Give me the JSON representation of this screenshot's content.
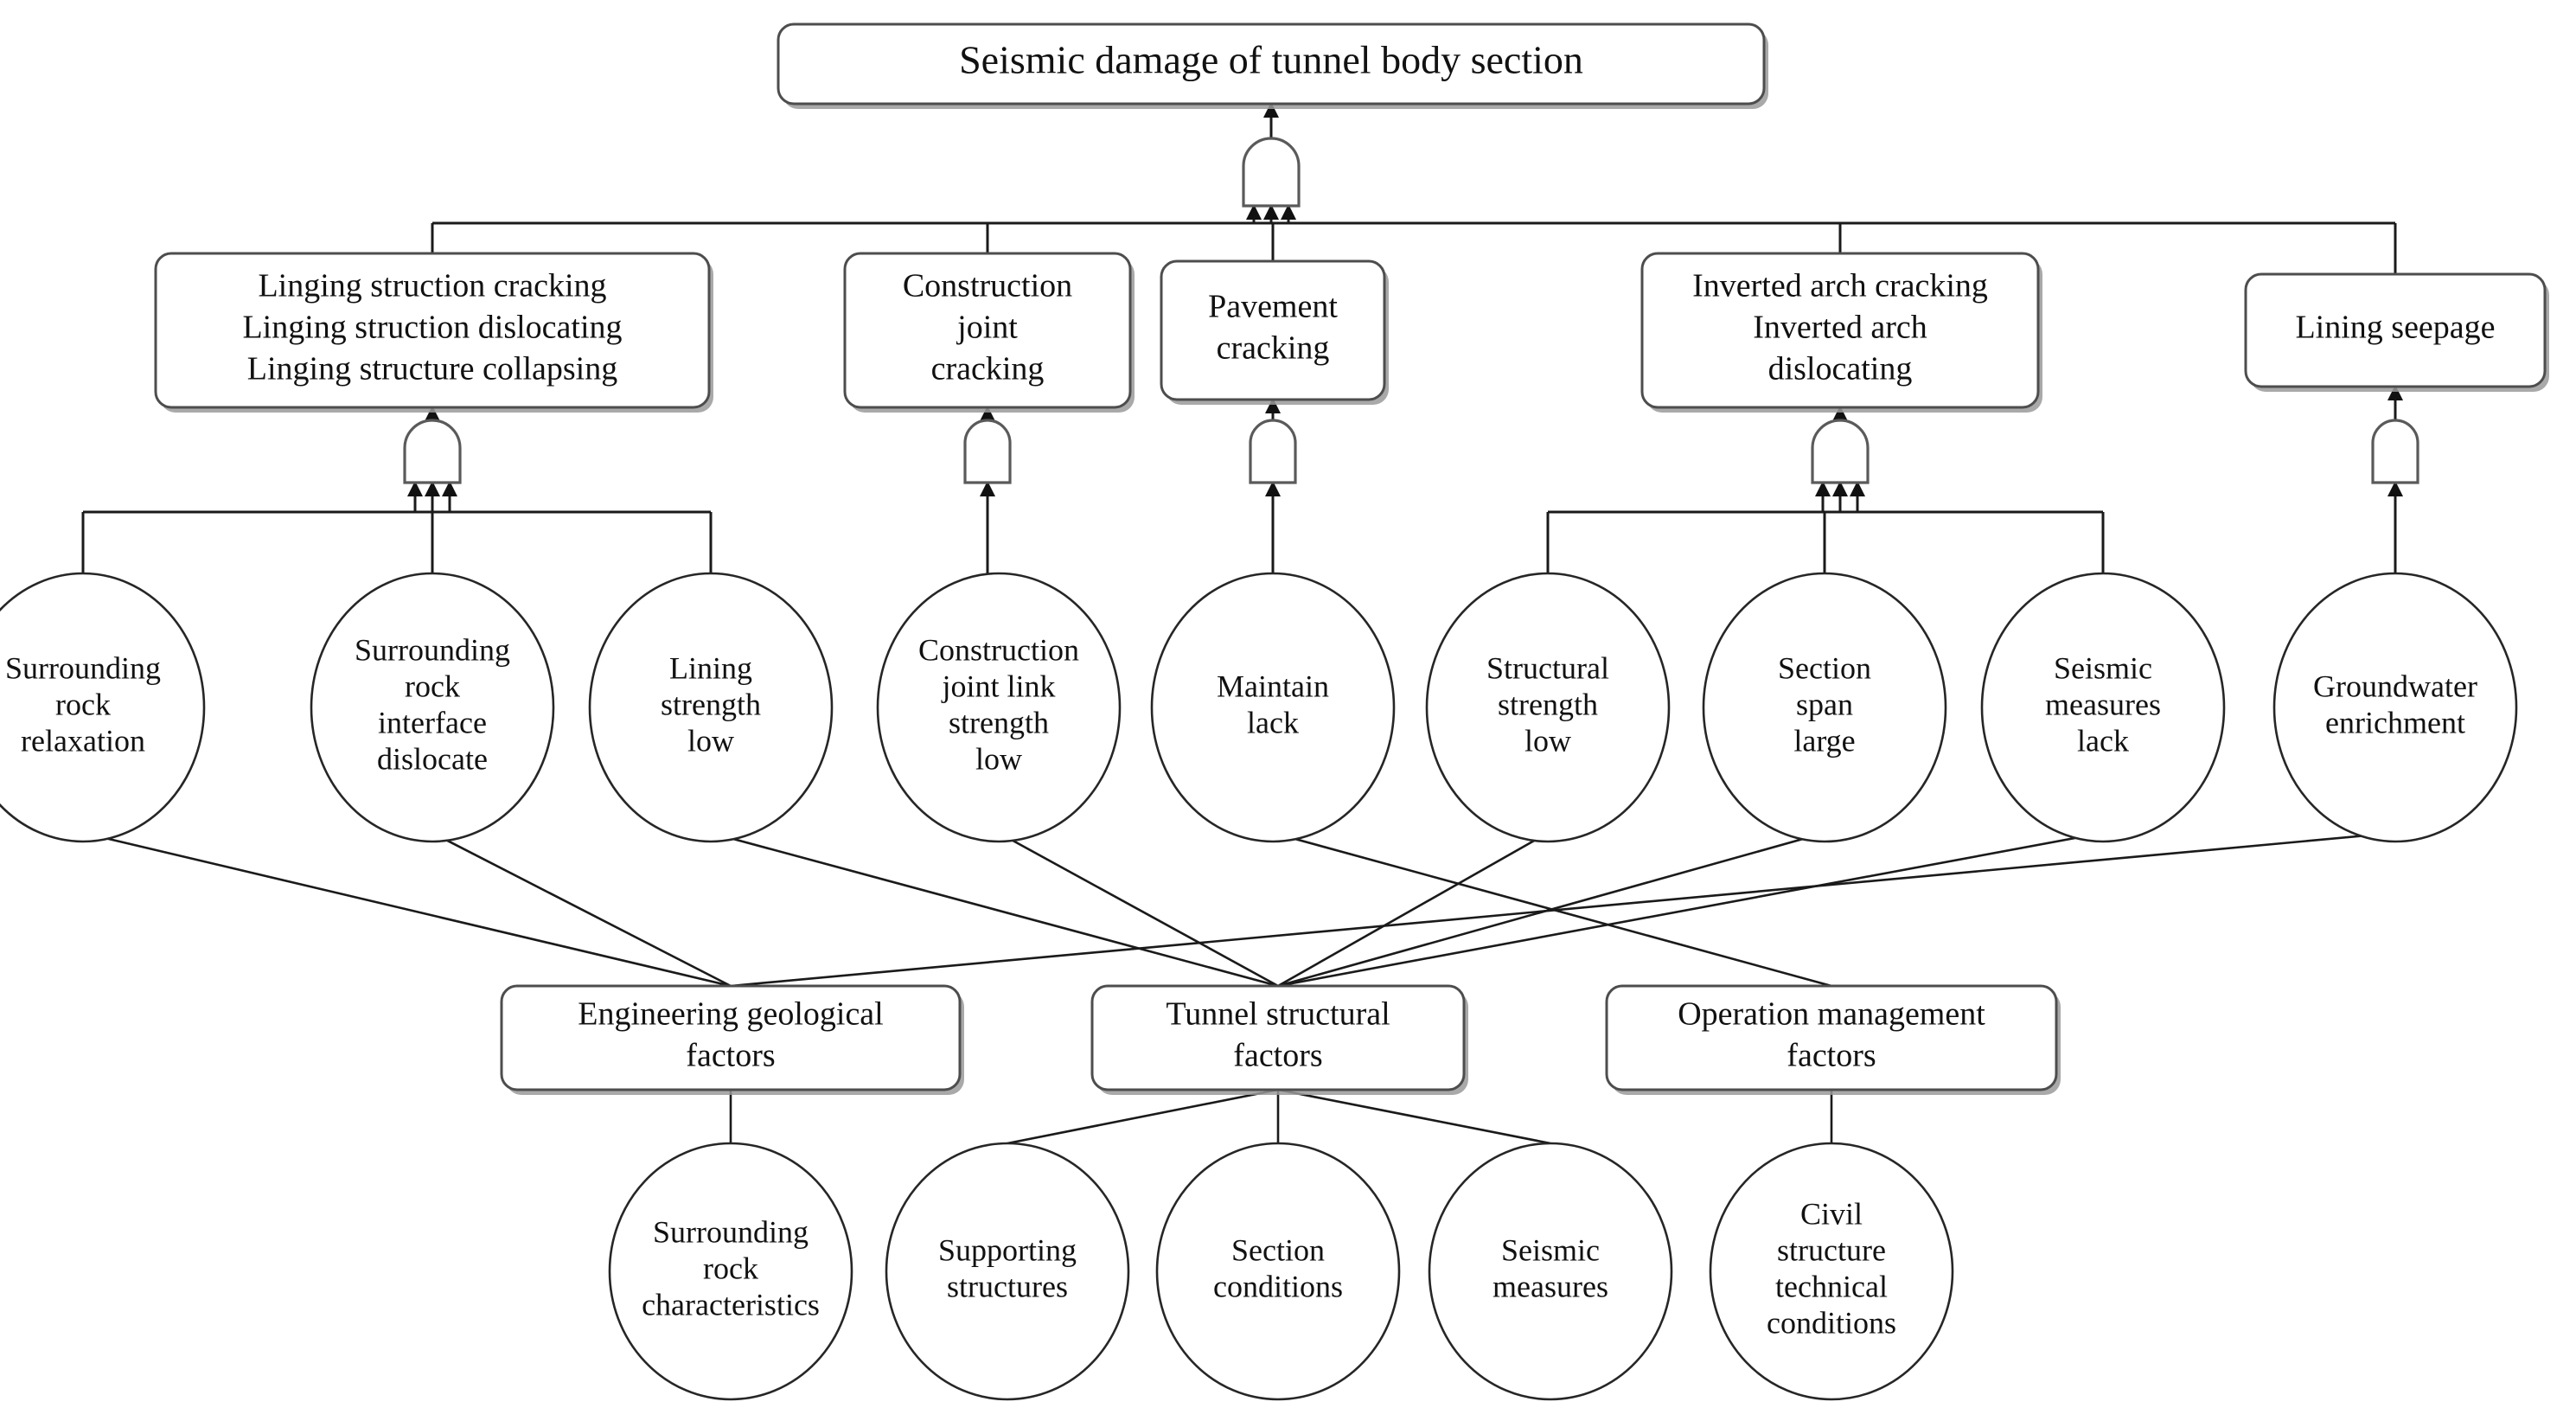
{
  "diagram": {
    "title_node": "Seismic damage of tunnel body section",
    "type": "fault-tree",
    "colors": {
      "line": "#1a1a1a",
      "box_stroke": "#4d4d4d",
      "ellipse_stroke": "#262626",
      "gate_stroke": "#5a5a5a",
      "background": "#ffffff",
      "text": "#111111"
    }
  },
  "top_event": {
    "label": "Seismic damage of tunnel body section",
    "gate": "and-gate",
    "gate_inputs": 3
  },
  "intermediate_events": [
    {
      "id": "lining-structure",
      "lines": [
        "Linging struction cracking",
        "Linging struction dislocating",
        "Linging structure collapsing"
      ],
      "gate": "and-gate",
      "gate_inputs": 3
    },
    {
      "id": "construction-joint-cracking",
      "lines": [
        "Construction",
        "joint",
        "cracking"
      ],
      "gate": "or-gate",
      "gate_inputs": 1
    },
    {
      "id": "pavement-cracking",
      "lines": [
        "Pavement",
        "cracking"
      ],
      "gate": "or-gate",
      "gate_inputs": 1
    },
    {
      "id": "inverted-arch",
      "lines": [
        "Inverted arch cracking",
        "Inverted arch",
        "dislocating"
      ],
      "gate": "and-gate",
      "gate_inputs": 3
    },
    {
      "id": "lining-seepage",
      "lines": [
        "Lining seepage"
      ],
      "gate": "or-gate",
      "gate_inputs": 1
    }
  ],
  "basic_events": [
    {
      "id": "surrounding-rock-relaxation",
      "lines": [
        "Surrounding",
        "rock",
        "relaxation"
      ]
    },
    {
      "id": "surrounding-rock-interface-dislocate",
      "lines": [
        "Surrounding",
        "rock",
        "interface",
        "dislocate"
      ]
    },
    {
      "id": "lining-strength-low",
      "lines": [
        "Lining",
        "strength",
        "low"
      ]
    },
    {
      "id": "construction-joint-link-strength-low",
      "lines": [
        "Construction",
        "joint link",
        "strength",
        "low"
      ]
    },
    {
      "id": "maintain-lack",
      "lines": [
        "Maintain",
        "lack"
      ]
    },
    {
      "id": "structural-strength-low",
      "lines": [
        "Structural",
        "strength",
        "low"
      ]
    },
    {
      "id": "section-span-large",
      "lines": [
        "Section",
        "span",
        "large"
      ]
    },
    {
      "id": "seismic-measures-lack",
      "lines": [
        "Seismic",
        "measures",
        "lack"
      ]
    },
    {
      "id": "groundwater-enrichment",
      "lines": [
        "Groundwater",
        "enrichment"
      ]
    }
  ],
  "factor_categories": [
    {
      "id": "engineering-geological-factors",
      "lines": [
        "Engineering geological",
        "factors"
      ]
    },
    {
      "id": "tunnel-structural-factors",
      "lines": [
        "Tunnel structural",
        "factors"
      ]
    },
    {
      "id": "operation-management-factors",
      "lines": [
        "Operation management",
        "factors"
      ]
    }
  ],
  "factor_leaves": [
    {
      "id": "surrounding-rock-characteristics",
      "lines": [
        "Surrounding",
        "rock",
        "characteristics"
      ]
    },
    {
      "id": "supporting-structures",
      "lines": [
        "Supporting",
        "structures"
      ]
    },
    {
      "id": "section-conditions",
      "lines": [
        "Section",
        "conditions"
      ]
    },
    {
      "id": "seismic-measures",
      "lines": [
        "Seismic",
        "measures"
      ]
    },
    {
      "id": "civil-structure-technical-conditions",
      "lines": [
        "Civil",
        "structure",
        "technical",
        "conditions"
      ]
    }
  ],
  "links": {
    "top_to_intermediate": [
      "lining-structure",
      "construction-joint-cracking",
      "pavement-cracking",
      "inverted-arch",
      "lining-seepage"
    ],
    "intermediate_to_basic": [
      {
        "from": "lining-structure",
        "to": [
          "surrounding-rock-relaxation",
          "surrounding-rock-interface-dislocate",
          "lining-strength-low"
        ]
      },
      {
        "from": "construction-joint-cracking",
        "to": [
          "construction-joint-link-strength-low"
        ]
      },
      {
        "from": "pavement-cracking",
        "to": [
          "maintain-lack"
        ]
      },
      {
        "from": "inverted-arch",
        "to": [
          "structural-strength-low",
          "section-span-large",
          "seismic-measures-lack"
        ]
      },
      {
        "from": "lining-seepage",
        "to": [
          "groundwater-enrichment"
        ]
      }
    ],
    "basic_to_factor": [
      {
        "from": "surrounding-rock-relaxation",
        "to": "engineering-geological-factors"
      },
      {
        "from": "surrounding-rock-interface-dislocate",
        "to": "engineering-geological-factors"
      },
      {
        "from": "lining-strength-low",
        "to": "tunnel-structural-factors"
      },
      {
        "from": "construction-joint-link-strength-low",
        "to": "tunnel-structural-factors"
      },
      {
        "from": "maintain-lack",
        "to": "operation-management-factors"
      },
      {
        "from": "structural-strength-low",
        "to": "tunnel-structural-factors"
      },
      {
        "from": "section-span-large",
        "to": "tunnel-structural-factors"
      },
      {
        "from": "seismic-measures-lack",
        "to": "tunnel-structural-factors"
      },
      {
        "from": "groundwater-enrichment",
        "to": "engineering-geological-factors"
      }
    ],
    "factor_to_leaf": [
      {
        "from": "engineering-geological-factors",
        "to": [
          "surrounding-rock-characteristics"
        ]
      },
      {
        "from": "tunnel-structural-factors",
        "to": [
          "supporting-structures",
          "section-conditions",
          "seismic-measures"
        ]
      },
      {
        "from": "operation-management-factors",
        "to": [
          "civil-structure-technical-conditions"
        ]
      }
    ]
  }
}
